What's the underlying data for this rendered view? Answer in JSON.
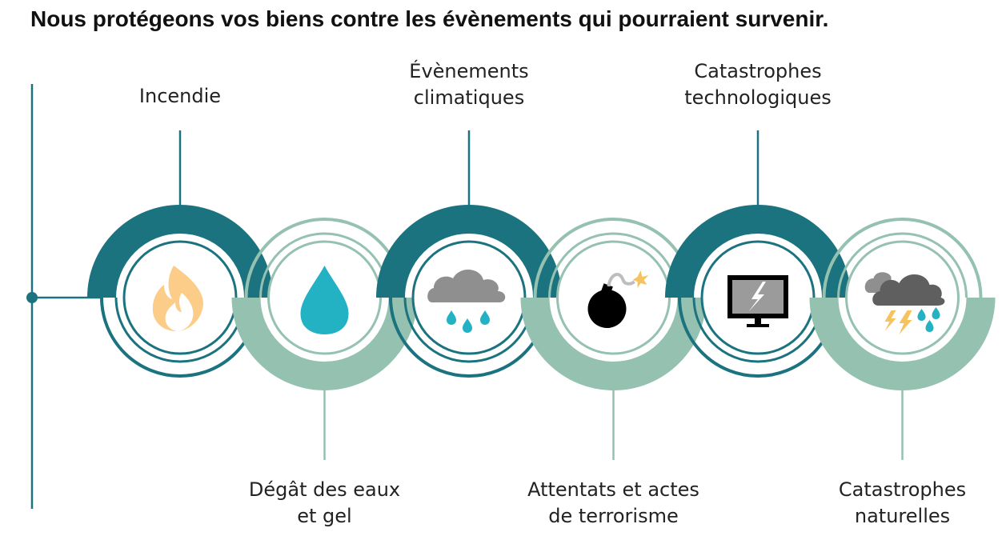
{
  "title": "Nous protégeons vos biens contre les évènements qui pourraient survenir.",
  "colors": {
    "dark_teal": "#1b7380",
    "light_teal": "#95c1b0",
    "axis_line": "#1b7380",
    "flame_outer": "#fccd88",
    "drop": "#23b2c4",
    "cloud": "#8f8f8f",
    "rain": "#23b2c4",
    "bolt": "#f6c45f",
    "bomb": "#000000",
    "screen": "#9b9b9b"
  },
  "items": [
    {
      "label_lines": [
        "Incendie"
      ],
      "icon": "fire-icon",
      "tone": "dark",
      "label_side": "top"
    },
    {
      "label_lines": [
        "Dégât des eaux",
        "et gel"
      ],
      "icon": "water-drop-icon",
      "tone": "light",
      "label_side": "bottom"
    },
    {
      "label_lines": [
        "Évènements",
        "climatiques"
      ],
      "icon": "rain-cloud-icon",
      "tone": "dark",
      "label_side": "top"
    },
    {
      "label_lines": [
        "Attentats et actes",
        "de terrorisme"
      ],
      "icon": "bomb-icon",
      "tone": "light",
      "label_side": "bottom"
    },
    {
      "label_lines": [
        "Catastrophes",
        "technologiques"
      ],
      "icon": "broken-monitor-icon",
      "tone": "dark",
      "label_side": "top"
    },
    {
      "label_lines": [
        "Catastrophes",
        "naturelles"
      ],
      "icon": "storm-cloud-icon",
      "tone": "light",
      "label_side": "bottom"
    }
  ]
}
